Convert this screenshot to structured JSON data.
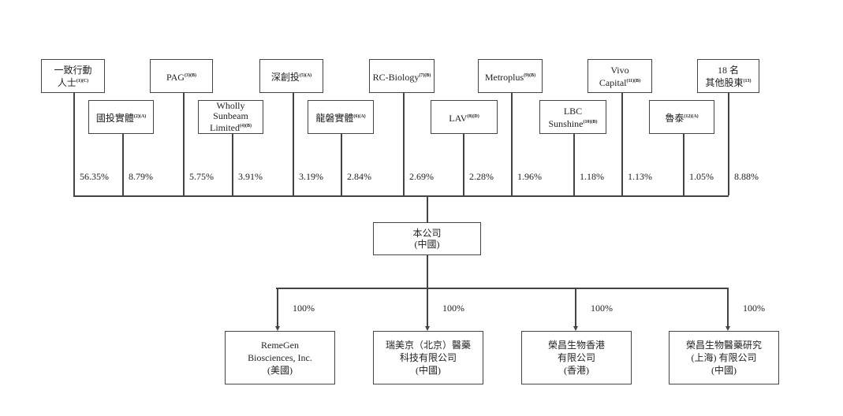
{
  "shareholders": [
    {
      "name": "一致行動",
      "name2": "人士",
      "note": "(1)(C)",
      "pct": "56.35%"
    },
    {
      "name": "國投實體",
      "name2": "",
      "note": "(2)(A)",
      "pct": "8.79%"
    },
    {
      "name": "PAG",
      "name2": "",
      "note": "(3)(B)",
      "pct": "5.75%"
    },
    {
      "name": "Wholly Sunbeam",
      "name2": "Limited",
      "note": "(4)(B)",
      "pct": "3.91%"
    },
    {
      "name": "深創投",
      "name2": "",
      "note": "(5)(A)",
      "pct": "3.19%"
    },
    {
      "name": "龍磐實體",
      "name2": "",
      "note": "(6)(A)",
      "pct": "2.84%"
    },
    {
      "name": "RC-Biology",
      "name2": "",
      "note": "(7)(B)",
      "pct": "2.69%"
    },
    {
      "name": "LAV",
      "name2": "",
      "note": "(8)(D)",
      "pct": "2.28%"
    },
    {
      "name": "Metroplus",
      "name2": "",
      "note": "(9)(B)",
      "pct": "1.96%"
    },
    {
      "name": "LBC",
      "name2": "Sunshine",
      "note": "(10)(B)",
      "pct": "1.18%"
    },
    {
      "name": "Vivo",
      "name2": "Capital",
      "note": "(11)(B)",
      "pct": "1.13%"
    },
    {
      "name": "魯泰",
      "name2": "",
      "note": "(12)(A)",
      "pct": "1.05%"
    },
    {
      "name": "18 名",
      "name2": "其他股東",
      "note": "(13)",
      "pct": "8.88%"
    }
  ],
  "company": {
    "name": "本公司",
    "region": "(中國)"
  },
  "subsidiaries": [
    {
      "l1": "RemeGen",
      "l2": "Biosciences, Inc.",
      "l3": "(美國)",
      "pct": "100%"
    },
    {
      "l1": "瑞美京（北京）醫藥",
      "l2": "科技有限公司",
      "l3": "(中國)",
      "pct": "100%"
    },
    {
      "l1": "榮昌生物香港",
      "l2": "有限公司",
      "l3": "(香港)",
      "pct": "100%"
    },
    {
      "l1": "榮昌生物醫藥研究",
      "l2": "(上海) 有限公司",
      "l3": "(中國)",
      "pct": "100%"
    }
  ]
}
